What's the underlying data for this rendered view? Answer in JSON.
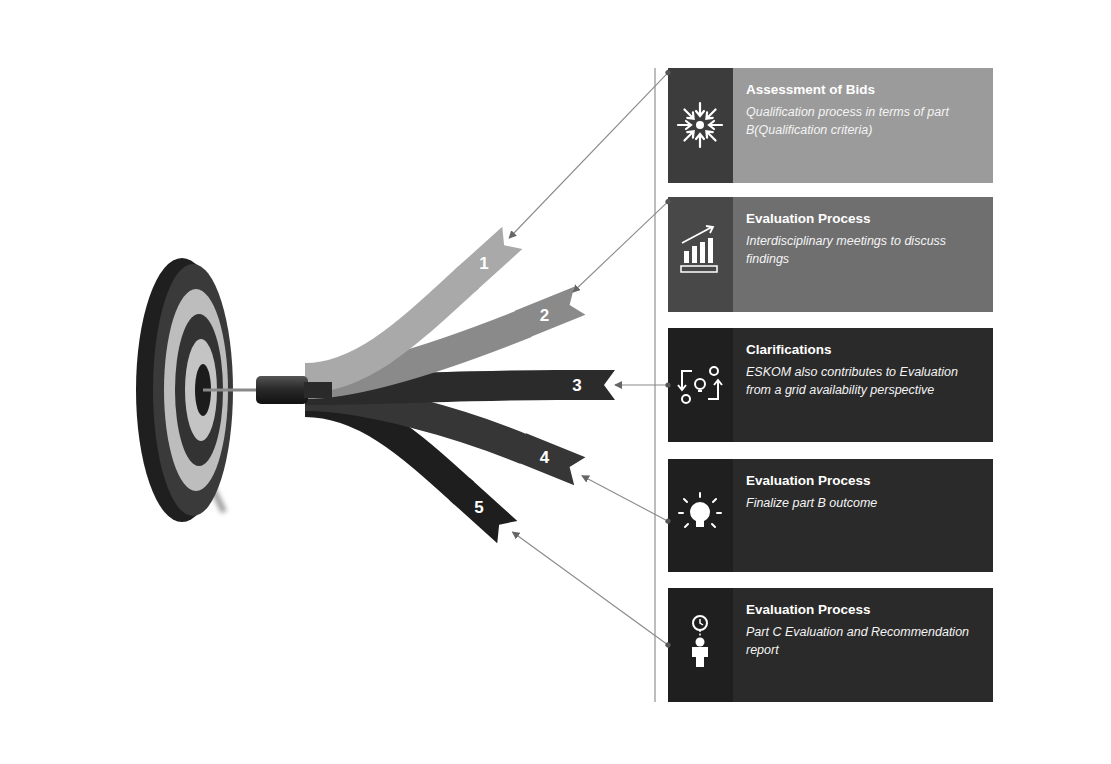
{
  "diagram": {
    "nodes": [
      {
        "text": [
          "1"
        ]
      },
      {
        "text": [
          "2"
        ]
      },
      {
        "text": [
          "3"
        ]
      },
      {
        "text": [
          "4"
        ]
      },
      {
        "text": [
          "5"
        ]
      },
      {
        "text": [
          "Assessment of Bids",
          "Qualification process in terms of part B(Qualification criteria)"
        ]
      },
      {
        "text": [
          "Evaluation Process",
          "Interdisciplinary meetings to discuss findings"
        ]
      },
      {
        "text": [
          "Clarifications",
          "ESKOM also contributes to Evaluation from a grid availability perspective"
        ]
      },
      {
        "text": [
          "Evaluation Process",
          "Finalize part B outcome"
        ]
      },
      {
        "text": [
          "Evaluation Process",
          "Part C Evaluation and Recommendation report"
        ]
      }
    ],
    "edges": [
      {
        "from": 5,
        "to": 0,
        "arrow": "to"
      },
      {
        "from": 6,
        "to": 1,
        "arrow": "to"
      },
      {
        "from": 7,
        "to": 2,
        "arrow": "to"
      },
      {
        "from": 8,
        "to": 3,
        "arrow": "to"
      },
      {
        "from": 9,
        "to": 4,
        "arrow": "to"
      }
    ]
  }
}
